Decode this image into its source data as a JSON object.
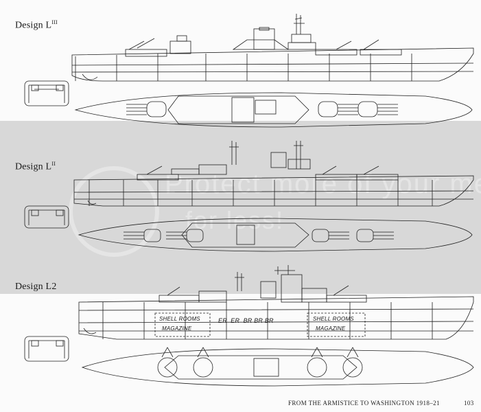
{
  "designs": [
    {
      "label": "Design L",
      "superscript": "III"
    },
    {
      "label": "Design L",
      "superscript": "II"
    },
    {
      "label": "Design L2",
      "superscript": ""
    }
  ],
  "annotations": {
    "shell_rooms_left": "SHELL ROOMS",
    "magazine_left": "MAGAZINE",
    "engine_rooms": "ER  ER  BR BR BR",
    "shell_rooms_right": "SHELL ROOMS",
    "magazine_right": "MAGAZINE"
  },
  "watermark": {
    "line1": "Protect more of your memories",
    "line2": "for less!"
  },
  "footer": {
    "title": "FROM THE ARMISTICE TO WASHINGTON 1918–21",
    "page": "103"
  },
  "colors": {
    "ink": "#1f1f1f",
    "band": "#d8d8d8",
    "paper": "#fbfbfb"
  }
}
